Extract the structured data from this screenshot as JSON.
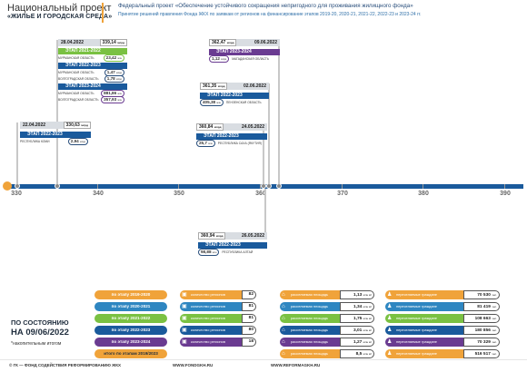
{
  "header": {
    "nat_project": "Национальный проект",
    "nat_project_sub": "«ЖИЛЬЕ И ГОРОДСКАЯ СРЕДА»",
    "fed_project": "Федеральный проект «Обеспечение устойчивого сокращения  непригодного для проживания жилищного фонда»",
    "accepted": "Принятие  решений правления Фонда ЖКХ по заявкам  от регионов на финансирование этапов 2019-20, 2020-21, 2021-22, 2022-23 и 2023-24 гг."
  },
  "timeline": {
    "ticks": [
      "330",
      "340",
      "350",
      "360",
      "370",
      "380",
      "390"
    ]
  },
  "events": [
    {
      "date": "22.04.2022",
      "value": "330,63",
      "unit": "млрд",
      "stages": [
        {
          "label": "ЭТАП 2022-2023",
          "color": "blue",
          "regions": [
            {
              "value": "2,94",
              "unit": "млрд",
              "name": "РЕСПУБЛИКА КОМИ"
            }
          ]
        }
      ]
    },
    {
      "date": "28.04.2022",
      "value": "339,14",
      "unit": "млрд",
      "stages": [
        {
          "label": "ЭТАП 2021-2022",
          "color": "green",
          "regions": [
            {
              "value": "23,42",
              "unit": "млн",
              "name": "МУРМАНСКАЯ ОБЛАСТЬ"
            }
          ]
        },
        {
          "label": "ЭТАП 2022-2023",
          "color": "blue",
          "regions": [
            {
              "value": "1,47",
              "unit": "млрд",
              "name": "МУРМАНСКАЯ ОБЛАСТЬ"
            },
            {
              "value": "1,78",
              "unit": "млрд",
              "name": "ВОЛГОГРАДСКАЯ ОБЛАСТЬ"
            }
          ]
        },
        {
          "label": "ЭТАП 2023-2024",
          "color": "blue",
          "regions": [
            {
              "value": "881,86",
              "unit": "млн",
              "name": "МУРМАНСКАЯ ОБЛАСТЬ"
            },
            {
              "value": "357,93",
              "unit": "млн",
              "name": "ВОЛГОГРАДСКАЯ ОБЛАСТЬ"
            }
          ]
        }
      ]
    },
    {
      "date": "24.05.2022",
      "value": "360,84",
      "unit": "млрд",
      "stages": [
        {
          "label": "ЭТАП 2022-2023",
          "color": "blue",
          "regions": [
            {
              "value": "25,7",
              "unit": "млн",
              "name": "РЕСПУБЛИКА САХА (ЯКУТИЯ)"
            }
          ]
        }
      ]
    },
    {
      "date": "02.06.2022",
      "value": "361,35",
      "unit": "млрд",
      "stages": [
        {
          "label": "ЭТАП 2022-2023",
          "color": "blue",
          "regions": [
            {
              "value": "405,38",
              "unit": "млн",
              "name": "ПЕНЗЕНСКАЯ ОБЛАСТЬ"
            }
          ]
        }
      ]
    },
    {
      "date": "09.06.2022",
      "value": "362,47",
      "unit": "млрд",
      "stages": [
        {
          "label": "ЭТАП 2023-2024",
          "color": "purple",
          "regions": [
            {
              "value": "1,12",
              "unit": "млрд",
              "name": "МАГАДАНСКАЯ ОБЛАСТЬ"
            }
          ]
        }
      ]
    },
    {
      "date": "26.05.2022",
      "value": "360,94",
      "unit": "млрд",
      "stages": [
        {
          "label": "ЭТАП 2022-2023",
          "color": "blue",
          "regions": [
            {
              "value": "98,88",
              "unit": "млн",
              "name": "РЕСПУБЛИКА АЛТАЙ"
            }
          ]
        }
      ]
    }
  ],
  "status": {
    "line1": "ПО СОСТОЯНИЮ",
    "line2": "НА 09/06/2022",
    "cumulative": "*накопительным итогом"
  },
  "stages_legend": [
    {
      "label": "по этапу 2019-2020",
      "color": "#f0a33a"
    },
    {
      "label": "по этапу 2020-2021",
      "color": "#2e86c1"
    },
    {
      "label": "по этапу 2021-2022",
      "color": "#7ac142"
    },
    {
      "label": "по этапу 2022-2023",
      "color": "#1a5a9c"
    },
    {
      "label": "по этапу 2023-2024",
      "color": "#6a3b91"
    },
    {
      "label": "итого по этапам 2019/2023",
      "color": "#f0a33a"
    }
  ],
  "stat_labels": {
    "regions": "количество регионов",
    "area": "расселяемая площадь",
    "people": "переселяемые граждане"
  },
  "regions_counts": [
    "82",
    "81",
    "81",
    "80",
    "18"
  ],
  "areas": [
    {
      "value": "1,13",
      "unit": "млн м²"
    },
    {
      "value": "1,34",
      "unit": "млн м²"
    },
    {
      "value": "1,75",
      "unit": "млн м²"
    },
    {
      "value": "3,01",
      "unit": "млн м²"
    },
    {
      "value": "1,27",
      "unit": "млн м²"
    },
    {
      "value": "8,5",
      "unit": "млн м²"
    }
  ],
  "people": [
    {
      "value": "70 530",
      "unit": "чел."
    },
    {
      "value": "81 419",
      "unit": "чел."
    },
    {
      "value": "108 663",
      "unit": "чел."
    },
    {
      "value": "180 856",
      "unit": "чел."
    },
    {
      "value": "70 329",
      "unit": "чел."
    },
    {
      "value": "516 517",
      "unit": "чел."
    }
  ],
  "footer": {
    "left": "© ГК — ФОНД СОДЕЙСТВИЯ РЕФОРМИРОВАНИЮ ЖКХ",
    "mid": "WWW.FONDGKH.RU",
    "right": "WWW.REFORMAGKH.RU"
  }
}
